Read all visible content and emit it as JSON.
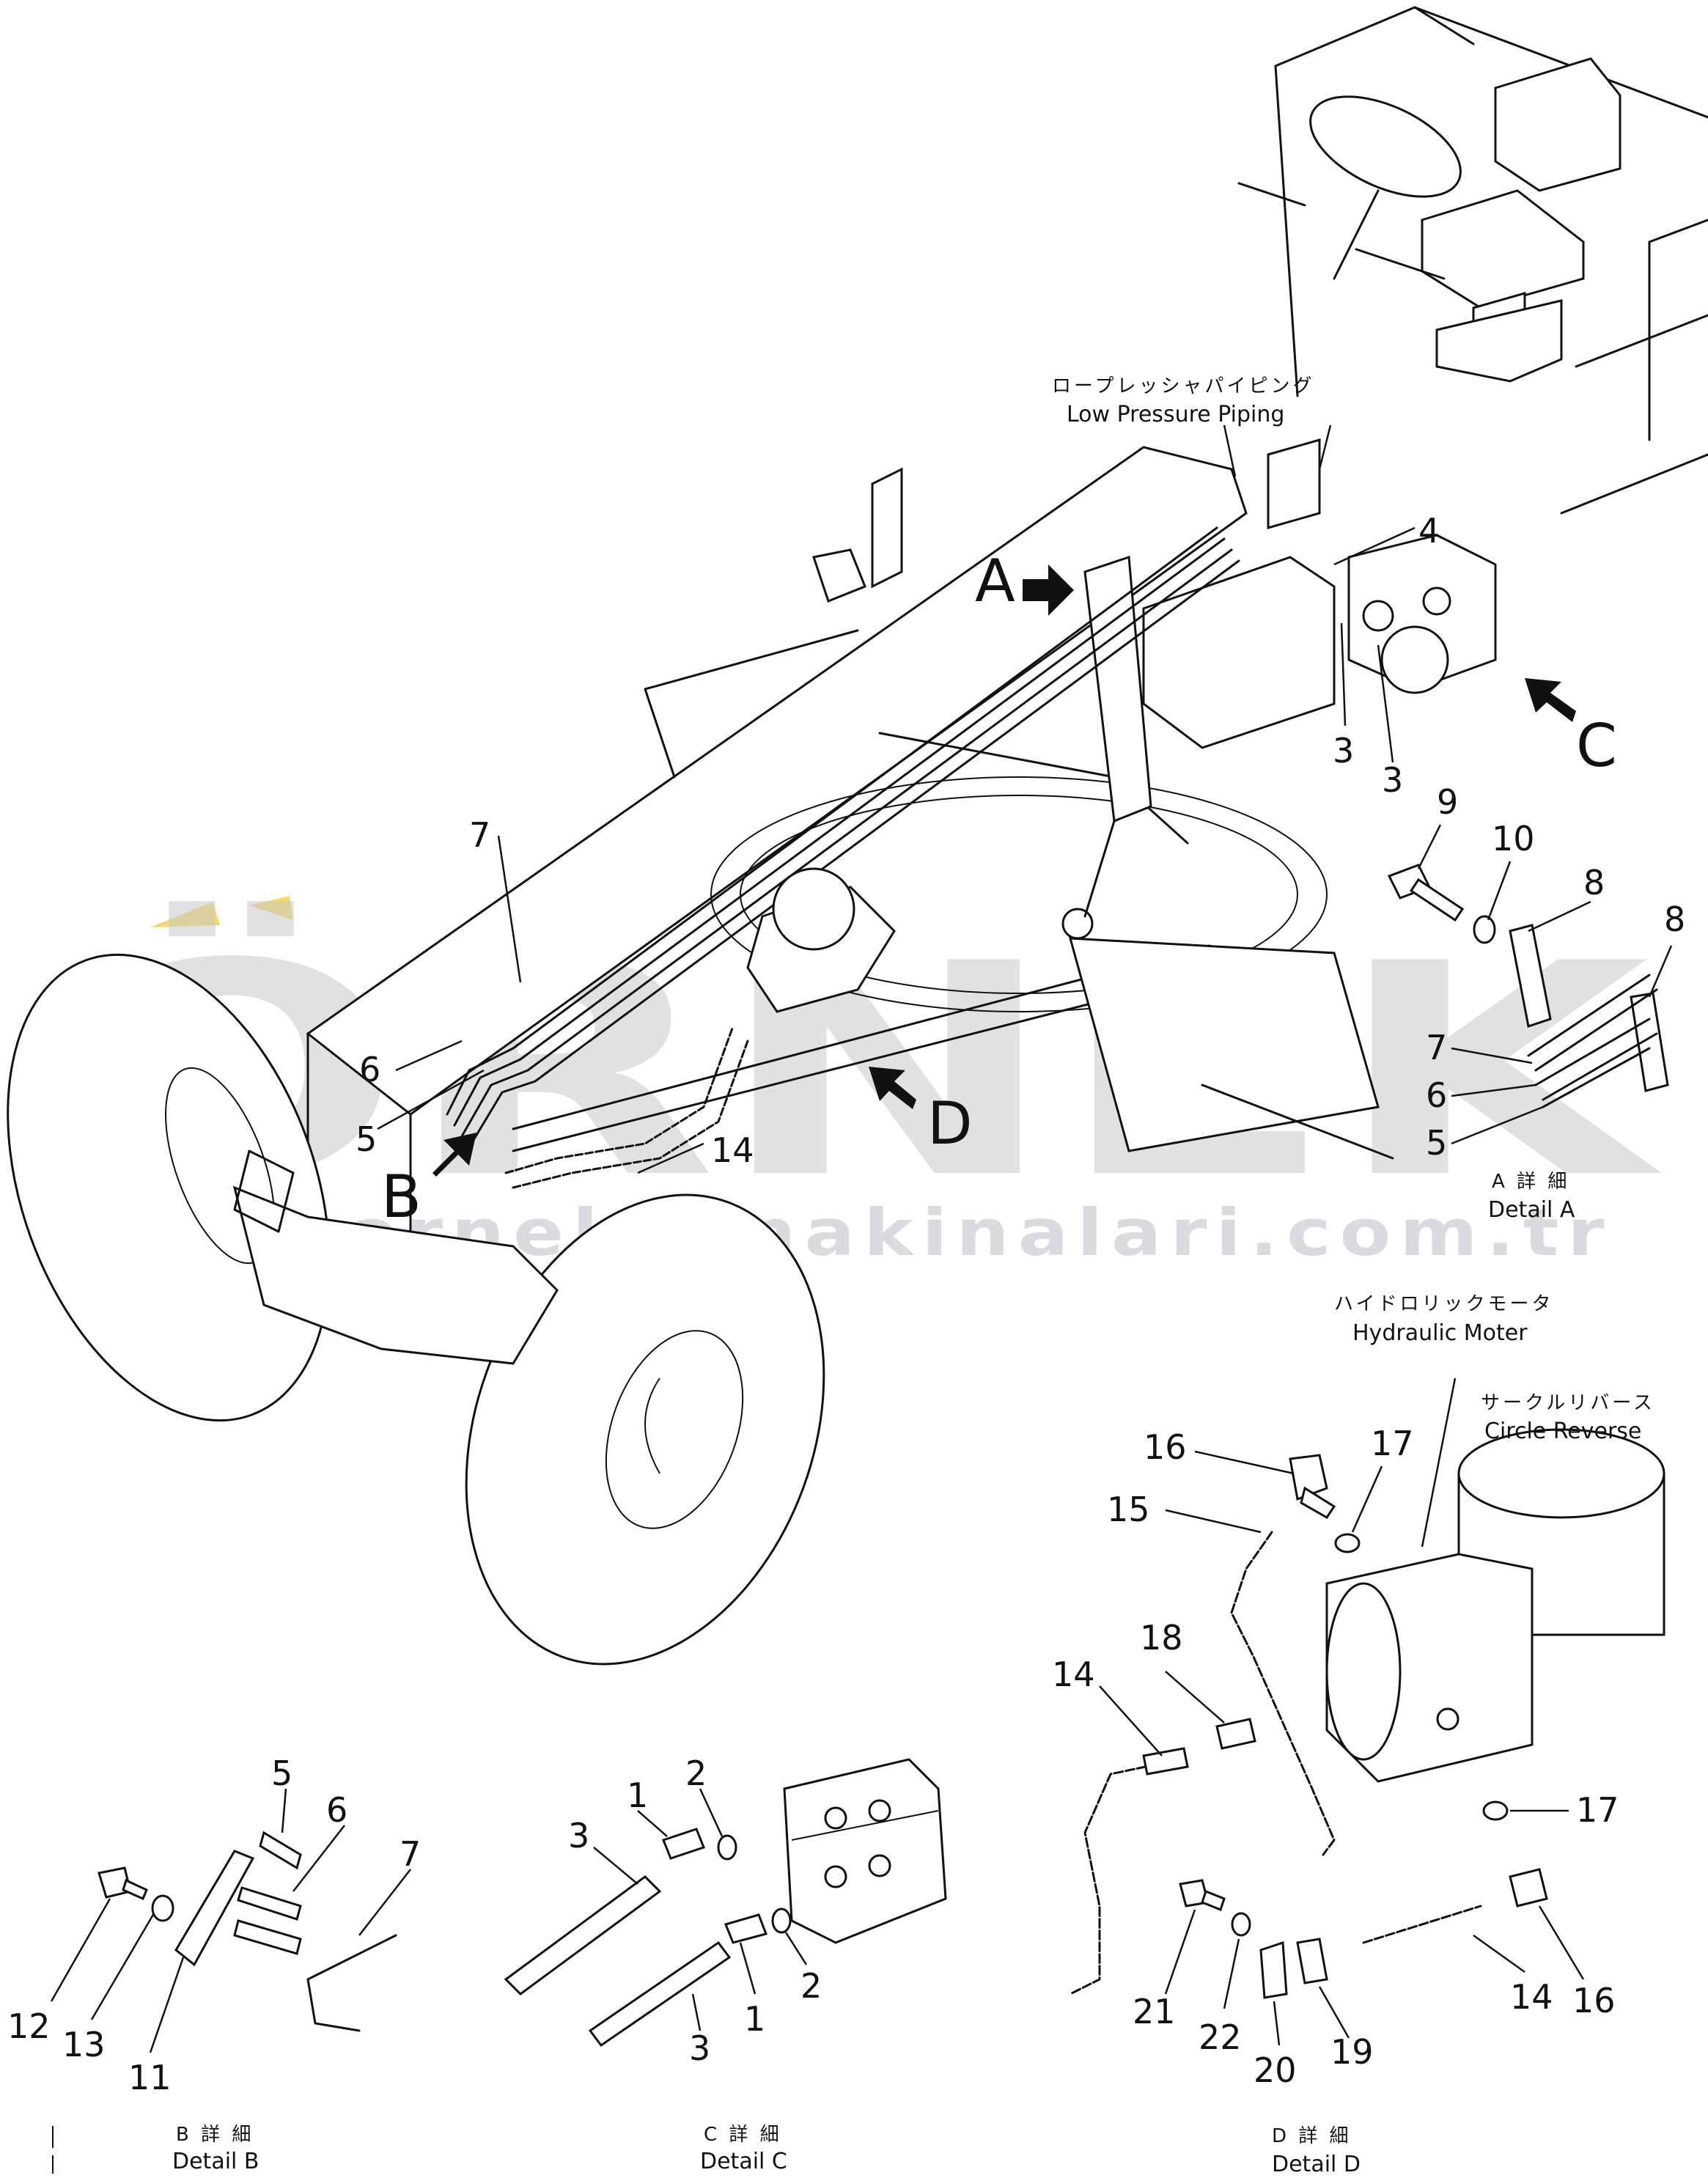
{
  "watermark": {
    "brand": "ÖRNEK",
    "url": "www.ornekismakinalari.com.tr",
    "brand_color": "#c9c9cf",
    "accent_color": "#f2c200"
  },
  "main_view": {
    "piping_label_jp": "ロープレッシャパイピング",
    "piping_label_en": "Low Pressure Piping",
    "view_letters": {
      "a": "A",
      "b": "B",
      "c": "C",
      "d": "D"
    },
    "callouts": {
      "n3a": "3",
      "n3b": "3",
      "n4": "4",
      "n5": "5",
      "n6": "6",
      "n7": "7",
      "n14": "14"
    }
  },
  "detail_a": {
    "caption_jp": "A 詳 細",
    "caption_en": "Detail A",
    "callouts": {
      "n9": "9",
      "n10": "10",
      "n8a": "8",
      "n8b": "8",
      "n7": "7",
      "n6": "6",
      "n5": "5"
    }
  },
  "detail_b": {
    "caption_jp": "B 詳 細",
    "caption_en": "Detail B",
    "callouts": {
      "n5": "5",
      "n6": "6",
      "n7": "7",
      "n11": "11",
      "n12": "12",
      "n13": "13"
    }
  },
  "detail_c": {
    "caption_jp": "C 詳 細",
    "caption_en": "Detail C",
    "callouts": {
      "n1a": "1",
      "n1b": "1",
      "n2a": "2",
      "n2b": "2",
      "n3a": "3",
      "n3b": "3"
    }
  },
  "detail_d": {
    "caption_jp": "D 詳 細",
    "caption_en": "Detail D",
    "motor_label_jp": "ハイドロリックモータ",
    "motor_label_en": "Hydraulic Moter",
    "reverse_label_jp": "サークルリバース",
    "reverse_label_en": "Circle Reverse",
    "callouts": {
      "n14a": "14",
      "n14b": "14",
      "n15": "15",
      "n16a": "16",
      "n16b": "16",
      "n17a": "17",
      "n17b": "17",
      "n18": "18",
      "n19": "19",
      "n20": "20",
      "n21": "21",
      "n22": "22"
    }
  }
}
